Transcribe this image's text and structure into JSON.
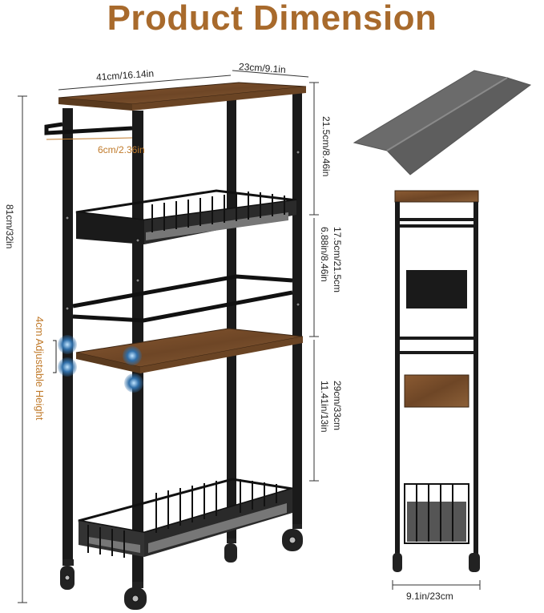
{
  "title": "Product Dimension",
  "dimensions": {
    "top_width": "41cm/16.14in",
    "top_depth": "23cm/9.1in",
    "handle_offset": "6cm/2.36in",
    "total_height": "81cm/32in",
    "top_to_basket": "21.5cm/8.46in",
    "middle_spacing_a": "17.5cm/21.5cm",
    "middle_spacing_b": "6.88in/8.46in",
    "lower_spacing_a": "29cm/33cm",
    "lower_spacing_b": "11.41in/13in",
    "adjustable": "4cm Adjustable Height",
    "side_depth": "9.1in/23cm"
  },
  "colors": {
    "title": "#a86a2c",
    "frame": "#1a1a1a",
    "wood": "#7a5230",
    "accent": "#c07a2a",
    "liner": "#6b6b6b",
    "marker": "#2f6ea8"
  }
}
